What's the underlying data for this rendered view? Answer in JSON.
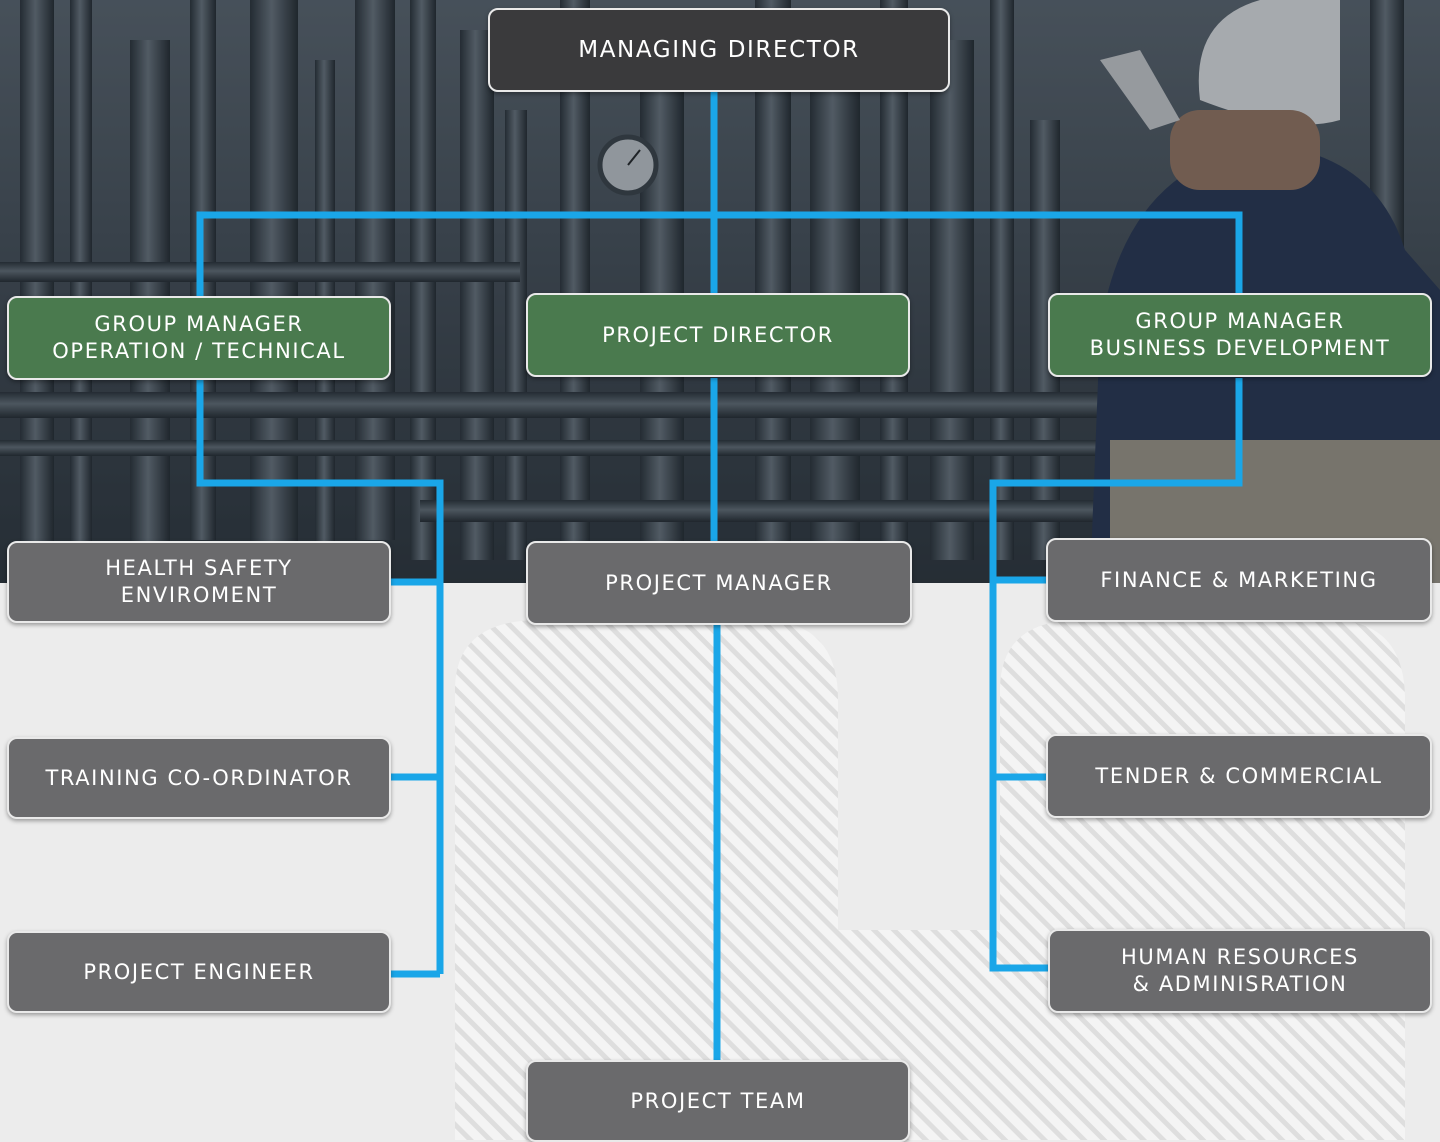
{
  "colors": {
    "connector": "#1aa6e8",
    "box_dark": "#3a3a3c",
    "box_green": "#4a7a4e",
    "box_gray": "#6a6a6c",
    "box_border": "#e9e9e9",
    "text": "#ffffff"
  },
  "org_chart": {
    "managing_director": "MANAGING DIRECTOR",
    "group_manager_ops": {
      "line1": "GROUP MANAGER",
      "line2": "OPERATION / TECHNICAL"
    },
    "project_director": "PROJECT DIRECTOR",
    "group_manager_bd": {
      "line1": "GROUP MANAGER",
      "line2": "BUSINESS DEVELOPMENT"
    },
    "health_safety": {
      "line1": "HEALTH SAFETY",
      "line2": "ENVIROMENT"
    },
    "training_coordinator": "TRAINING CO-ORDINATOR",
    "project_engineer": "PROJECT ENGINEER",
    "project_manager": "PROJECT MANAGER",
    "project_team": "PROJECT TEAM",
    "finance_marketing": "FINANCE & MARKETING",
    "tender_commercial": "TENDER & COMMERCIAL",
    "human_resources": {
      "line1": "HUMAN RESOURCES",
      "line2": "& ADMINISRATION"
    }
  }
}
